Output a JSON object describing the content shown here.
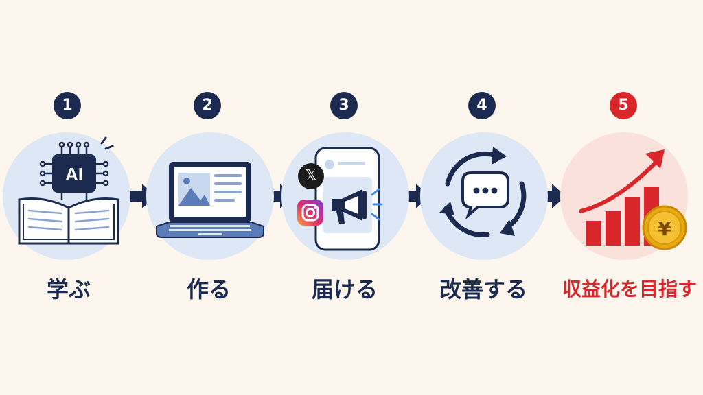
{
  "steps": [
    {
      "number": "1",
      "label": "学ぶ",
      "icon": "book-ai-icon"
    },
    {
      "number": "2",
      "label": "作る",
      "icon": "laptop-icon"
    },
    {
      "number": "3",
      "label": "届ける",
      "icon": "smartphone-megaphone-icon"
    },
    {
      "number": "4",
      "label": "改善する",
      "icon": "cycle-chat-icon"
    },
    {
      "number": "5",
      "label": "収益化を目指す",
      "icon": "growth-chart-yen-icon"
    }
  ],
  "icon_text": {
    "ai_chip": "AI",
    "yen_coin": "¥",
    "x_logo": "𝕏"
  },
  "colors": {
    "background": "#fcf6ee",
    "navy": "#1b2a4e",
    "red": "#d9262b",
    "circle_blue": "#dde7f5",
    "circle_red": "#fbe1dc"
  }
}
